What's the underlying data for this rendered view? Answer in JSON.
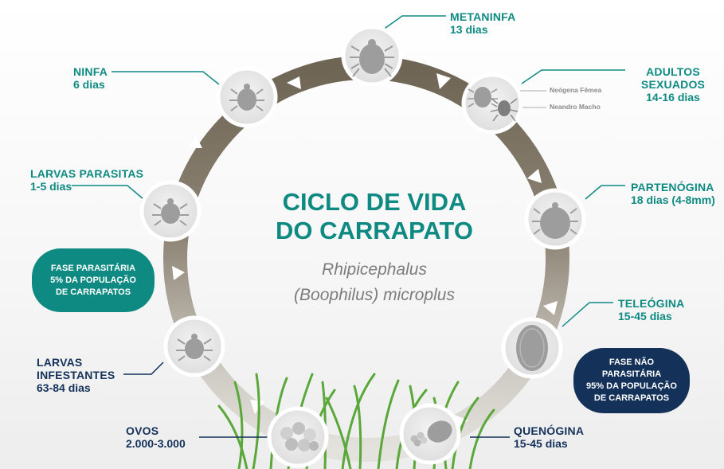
{
  "title": "CICLO DE VIDA\nDO CARRAPATO",
  "subtitle": "Rhipicephalus\n(Boophilus) microplus",
  "colors": {
    "teal": "#0e8a83",
    "navy": "#14315a",
    "arrow_dark": "#7a6f5e",
    "arrow_light": "#c9c6bf",
    "node_fill": "#e9e9e9",
    "node_ring": "#ffffff",
    "grass": "#5aa83a"
  },
  "stages": [
    {
      "id": "metaninfa",
      "name": "METANINFA",
      "days": "13 dias",
      "icon": "tick-icon"
    },
    {
      "id": "adultos",
      "name": "ADULTOS\nSEXUADOS",
      "days": "14-16 dias",
      "icon": "male-female-ticks-icon"
    },
    {
      "id": "partenogina",
      "name": "PARTENÓGINA",
      "days": "18 dias (4-8mm)",
      "icon": "engorged-tick-icon"
    },
    {
      "id": "teleogina",
      "name": "TELEÓGINA",
      "days": "15-45 dias",
      "icon": "oval-tick-icon"
    },
    {
      "id": "quenogina",
      "name": "QUENÓGINA",
      "days": "15-45 dias",
      "icon": "egg-laying-tick-icon"
    },
    {
      "id": "ovos",
      "name": "OVOS",
      "days": "2.000-3.000",
      "icon": "eggs-icon"
    },
    {
      "id": "larvas_infestantes",
      "name": "LARVAS\nINFESTANTES",
      "days": "63-84 dias",
      "icon": "larva-icon"
    },
    {
      "id": "larvas_parasitas",
      "name": "LARVAS PARASITAS",
      "days": "1-5 dias",
      "icon": "larva-icon"
    },
    {
      "id": "ninfa",
      "name": "NINFA",
      "days": "6 dias",
      "icon": "nymph-icon"
    }
  ],
  "sex_labels": {
    "female": "Neógena Fêmea",
    "male": "Neandro Macho"
  },
  "phases": {
    "parasitic": "FASE PARASITÁRIA\n5% DA POPULAÇÃO\nDE CARRAPATOS",
    "non_parasitic": "FASE NÃO\nPARASITÁRIA\n95% DA POPULAÇÃO\nDE CARRAPATOS"
  }
}
